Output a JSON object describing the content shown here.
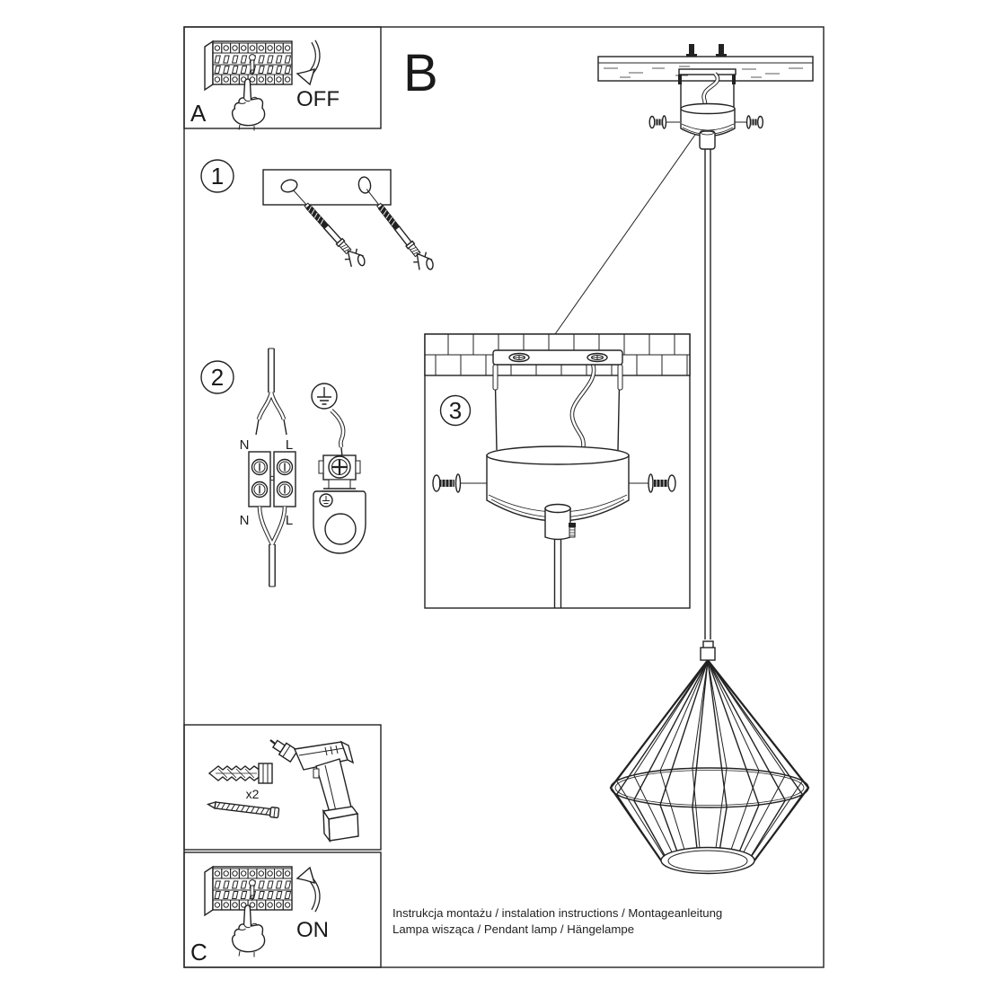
{
  "page": {
    "background": "#ffffff",
    "line_color": "#222222"
  },
  "sections": {
    "panel_off": {
      "label": "A",
      "state": "OFF"
    },
    "overview": {
      "label": "B"
    },
    "step_drill_plate": {
      "number": "1"
    },
    "step_wiring": {
      "number": "2",
      "terminal_labels": {
        "top_left": "N",
        "top_right": "L",
        "bottom_left": "N",
        "bottom_right": "L"
      }
    },
    "step_mount": {
      "number": "3"
    },
    "tools": {
      "anchor_count": "x2"
    },
    "panel_on": {
      "label": "C",
      "state": "ON"
    }
  },
  "footer": {
    "line1": "Instrukcja montażu / instalation instructions / Montageanleitung",
    "line2": "Lampa wisząca / Pendant lamp / Hängelampe"
  }
}
